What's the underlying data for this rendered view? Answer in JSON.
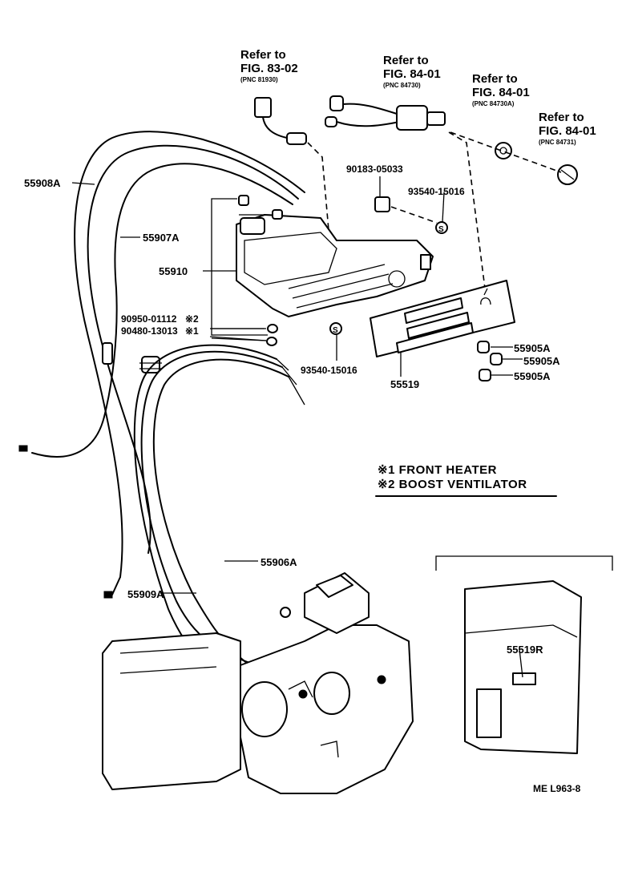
{
  "refs": [
    {
      "line1": "Refer to",
      "line2": "FIG. 83-02",
      "pnc": "(PNC 81930)"
    },
    {
      "line1": "Refer to",
      "line2": "FIG. 84-01",
      "pnc": "(PNC 84730)"
    },
    {
      "line1": "Refer to",
      "line2": "FIG. 84-01",
      "pnc": "(PNC 84730A)"
    },
    {
      "line1": "Refer to",
      "line2": "FIG. 84-01",
      "pnc": "(PNC 84731)"
    }
  ],
  "parts": {
    "p55908A_top": "55908A",
    "p55907A": "55907A",
    "p55910": "55910",
    "p90950": "90950-01112",
    "p90480": "90480-13013",
    "p90183": "90183-05033",
    "p93540_top": "93540-15016",
    "p93540_bottom": "93540-15016",
    "p55519": "55519",
    "p55905A_1": "55905A",
    "p55905A_2": "55905A",
    "p55905A_3": "55905A",
    "p55906A": "55906A",
    "p55909A": "55909A",
    "p55519R": "55519R"
  },
  "marks": {
    "m2": "※2",
    "m1": "※1"
  },
  "legend": {
    "line1": "※1 FRONT HEATER",
    "line2": "※2 BOOST VENTILATOR"
  },
  "code": "ME L963-8"
}
